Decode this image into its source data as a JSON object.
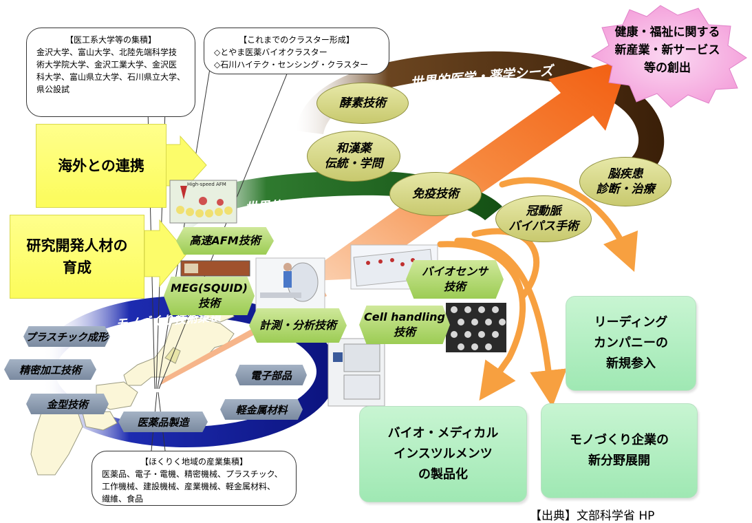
{
  "callouts": {
    "universities": {
      "title": "【医工系大学等の集積】",
      "lines": [
        "金沢大学、富山大学、北陸先端科学技",
        "術大学院大学、金沢工業大学、金沢医",
        "科大学、富山県立大学、石川県立大学、",
        "県公設試"
      ]
    },
    "clusters": {
      "title": "【これまでのクラスター形成】",
      "lines": [
        "◇とやま医薬バイオクラスター",
        "◇石川ハイテク・センシング・クラスター"
      ]
    },
    "industry": {
      "title": "【ほくりく地域の産業集積】",
      "lines": [
        "医薬品、電子・電機、精密機械、プラスチック、",
        "工作機械、建設機械、産業機械、軽金属材料、",
        "繊維、食品"
      ]
    }
  },
  "starburst": {
    "lines": [
      "健康・福祉に関する",
      "新産業・新サービス",
      "等の創出"
    ]
  },
  "bands": {
    "medical": "世界的医学・薬学シーズ",
    "engineering": "世界的工学シーズ",
    "monozukuri": "モノづくり技術集積"
  },
  "yellow_boxes": {
    "overseas": "海外との連携",
    "hr_line1": "研究開発人材の",
    "hr_line2": "育成"
  },
  "ovals": {
    "enzyme": "酵素技術",
    "kampo_line1": "和漢薬",
    "kampo_line2": "伝統・学問",
    "immune": "免疫技術",
    "brain_line1": "脳疾患",
    "brain_line2": "診断・治療",
    "coronary_line1": "冠動脈",
    "coronary_line2": "バイパス手術"
  },
  "hexes": {
    "afm": "高速AFM技術",
    "meg_line1": "MEG(SQUID)",
    "meg_line2": "技術",
    "measure": "計測・分析技術",
    "biosensor_line1": "バイオセンサ",
    "biosensor_line2": "技術",
    "cell_line1": "Cell handling",
    "cell_line2": "技術"
  },
  "tags": {
    "plastic": "プラスチック成形",
    "precision": "精密加工技術",
    "mold": "金型技術",
    "pharma": "医薬品製造",
    "electronic": "電子部品",
    "light_metal": "軽金属材料"
  },
  "results": {
    "leading_line1": "リーディング",
    "leading_line2": "カンパニーの",
    "leading_line3": "新規参入",
    "bio_line1": "バイオ・メディカル",
    "bio_line2": "インスツルメンツ",
    "bio_line3": "の製品化",
    "mono_line1": "モノづくり企業の",
    "mono_line2": "新分野展開"
  },
  "afm_image_label": "High-speed AFM",
  "source": "【出典】文部科学省 HP",
  "colors": {
    "medical_band": "#4a2a10",
    "engineering_band": "#1e5a1e",
    "monozukuri_band": "#14209a",
    "arrow_orange": "#f7a040",
    "main_arrow": "#f36a1c",
    "starburst": "#f7b6e6"
  }
}
